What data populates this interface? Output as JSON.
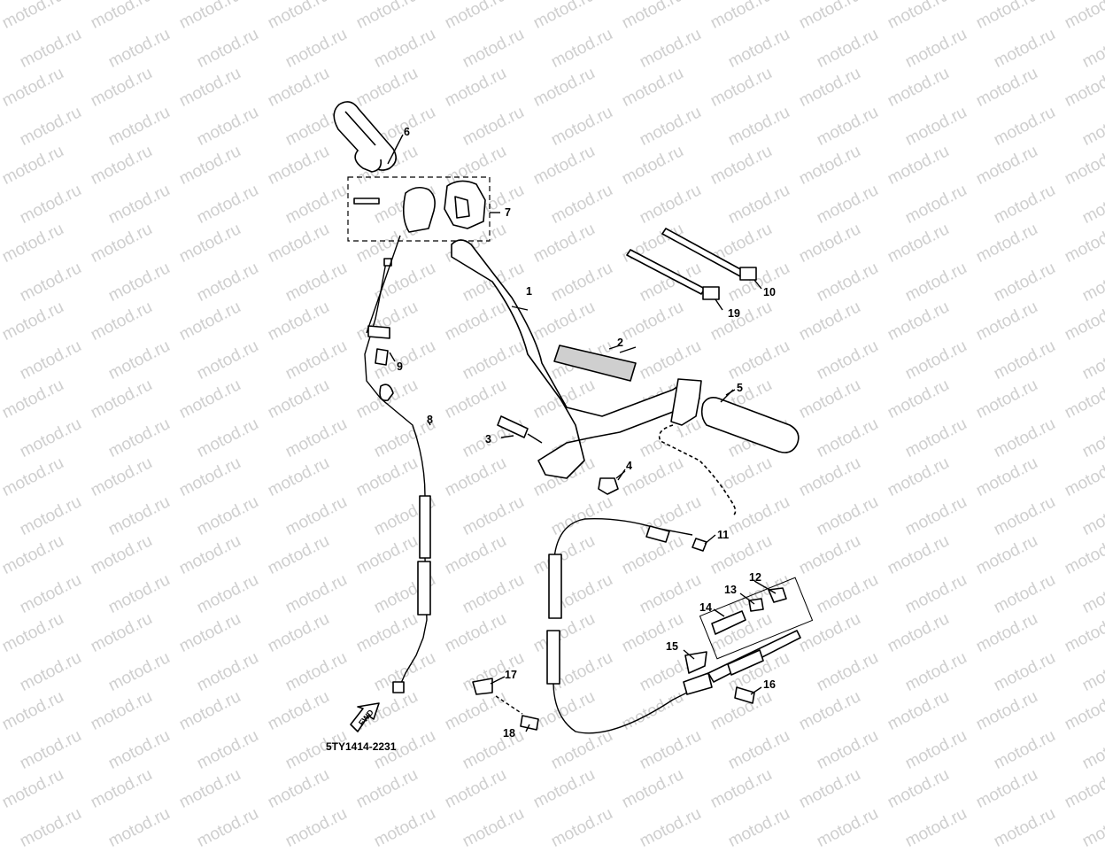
{
  "watermark": "motod.ru",
  "diagram_code": "5TY1414-2231",
  "fwd_label": "FWD",
  "callouts": [
    {
      "id": "c1",
      "label": "1"
    },
    {
      "id": "c2",
      "label": "2"
    },
    {
      "id": "c3",
      "label": "3"
    },
    {
      "id": "c4",
      "label": "4"
    },
    {
      "id": "c5",
      "label": "5"
    },
    {
      "id": "c6",
      "label": "6"
    },
    {
      "id": "c7",
      "label": "7"
    },
    {
      "id": "c8",
      "label": "8"
    },
    {
      "id": "c9",
      "label": "9"
    },
    {
      "id": "c10",
      "label": "10"
    },
    {
      "id": "c11",
      "label": "11"
    },
    {
      "id": "c12",
      "label": "12"
    },
    {
      "id": "c13",
      "label": "13"
    },
    {
      "id": "c14",
      "label": "14"
    },
    {
      "id": "c15",
      "label": "15"
    },
    {
      "id": "c16",
      "label": "16"
    },
    {
      "id": "c17",
      "label": "17"
    },
    {
      "id": "c18",
      "label": "18"
    },
    {
      "id": "c19",
      "label": "19"
    }
  ]
}
